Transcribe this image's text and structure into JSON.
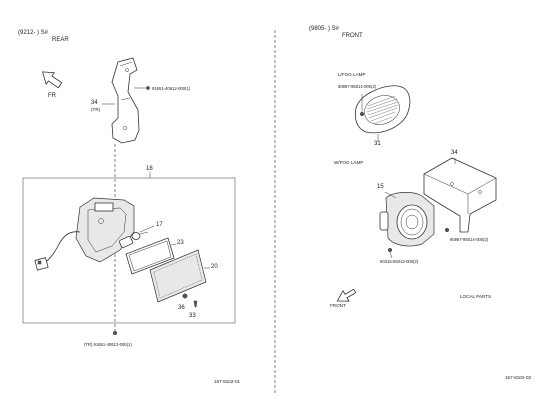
{
  "left_panel": {
    "period": "(9212-      ) S#",
    "location": "REAR",
    "direction": "FR",
    "bracket": {
      "ref": "34",
      "note": "(TR)",
      "screw_code": "91651-40612-000(1)"
    },
    "assembly": {
      "ref": "18"
    },
    "parts": [
      {
        "ref": "17"
      },
      {
        "ref": "23"
      },
      {
        "ref": "20"
      },
      {
        "ref": "36"
      },
      {
        "ref": "33"
      }
    ],
    "bottom_code": "(TR) 91651-40612-000(1)",
    "figure_id": "157-8102-01"
  },
  "right_panel": {
    "period": "(9805-      ) S#",
    "location": "FRONT",
    "lfog": {
      "title": "L/FOG LAMP",
      "code": "90987-95014-000(2)",
      "ref": "31"
    },
    "wfog": {
      "title": "W/FOG LAMP",
      "bracket_ref": "34",
      "lamp_ref": "15",
      "code_right": "90987-95014-000(2)",
      "code_bottom": "90315-55013-000(2)"
    },
    "direction": "FRONT",
    "note": "LOCAL PARTS",
    "figure_id": "157-8102-02"
  }
}
